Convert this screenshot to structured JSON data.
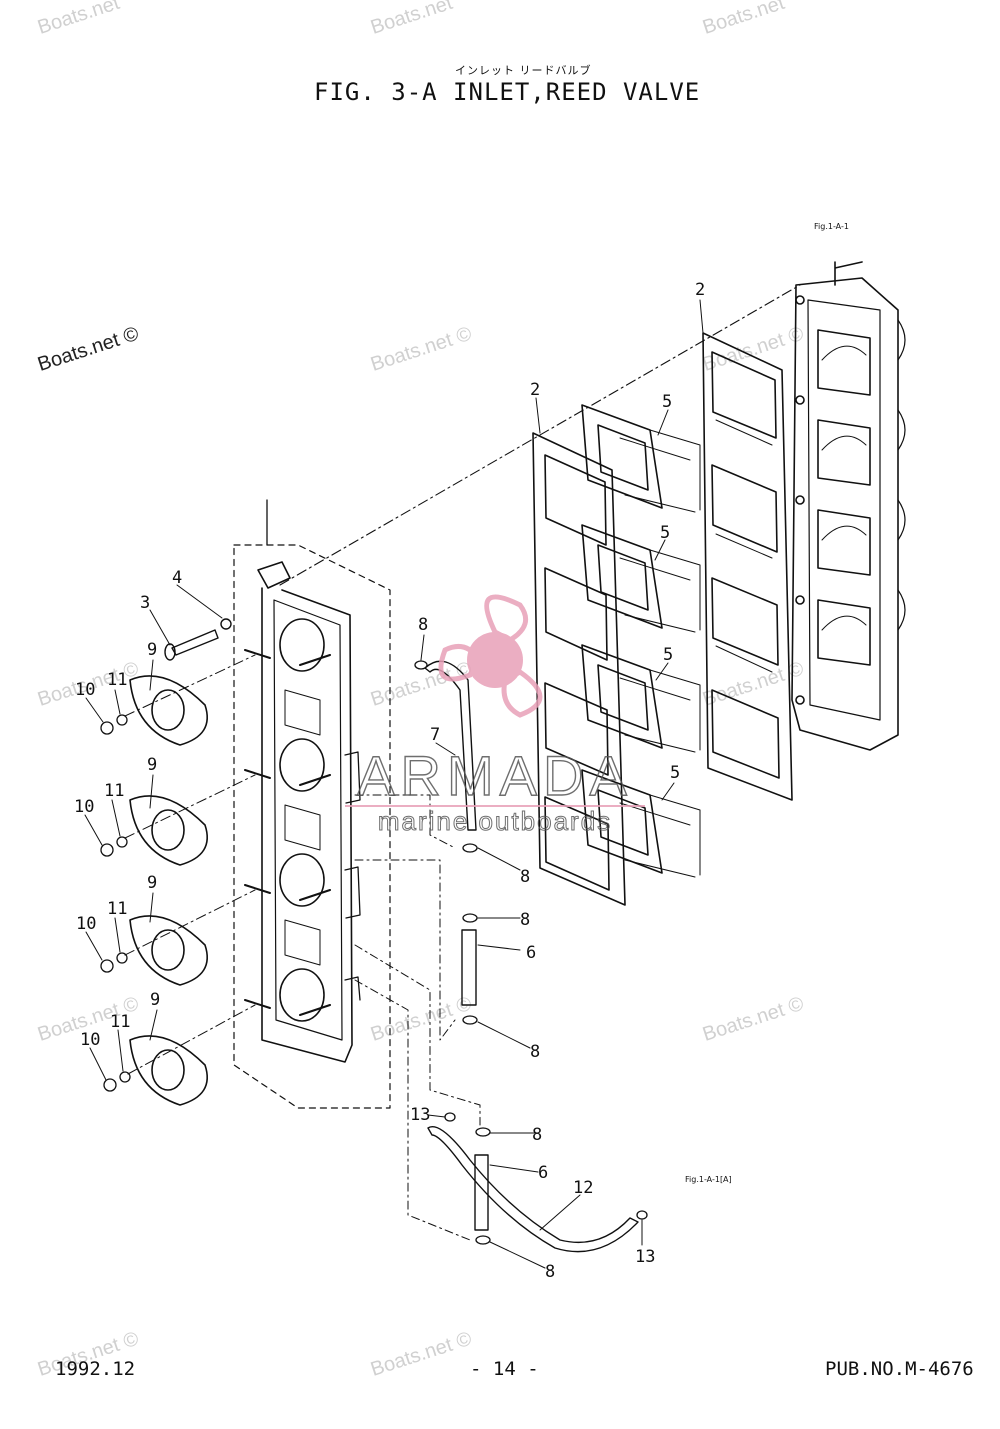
{
  "title_jp": "インレット リードバルブ",
  "title": "FIG.  3-A INLET,REED VALVE",
  "refs": {
    "top": "Fig.1-A-1",
    "bottom": "Fig.1-A-1[A]"
  },
  "watermarks": [
    "Boats.net",
    "Boats.net",
    "Boats.net",
    "Boats.net ©",
    "Boats.net ©",
    "Boats.net ©",
    "Boats.net ©",
    "Boats.net ©",
    "Boats.net ©",
    "Boats.net ©",
    "Boats.net ©",
    "Boats.net ©",
    "Boats.net ©",
    "Boats.net ©"
  ],
  "logo": {
    "name": "ARMADA",
    "tagline": "marine outboards"
  },
  "footer": {
    "date": "1992.12",
    "page": "- 14 -",
    "pub": "PUB.NO.M-4676"
  },
  "callouts": {
    "c2a": "2",
    "c2b": "2",
    "c3": "3",
    "c4": "4",
    "c5a": "5",
    "c5b": "5",
    "c5c": "5",
    "c5d": "5",
    "c6a": "6",
    "c6b": "6",
    "c7": "7",
    "c8a": "8",
    "c8b": "8",
    "c8c": "8",
    "c8d": "8",
    "c8e": "8",
    "c8f": "8",
    "c9a": "9",
    "c9b": "9",
    "c9c": "9",
    "c9d": "9",
    "c10a": "10",
    "c10b": "10",
    "c10c": "10",
    "c10d": "10",
    "c11a": "11",
    "c11b": "11",
    "c11c": "11",
    "c11d": "11",
    "c12": "12",
    "c13a": "13",
    "c13b": "13"
  },
  "colors": {
    "ink": "#111111",
    "logo": "#e8a0b8",
    "watermark": "#d0d0d0"
  }
}
